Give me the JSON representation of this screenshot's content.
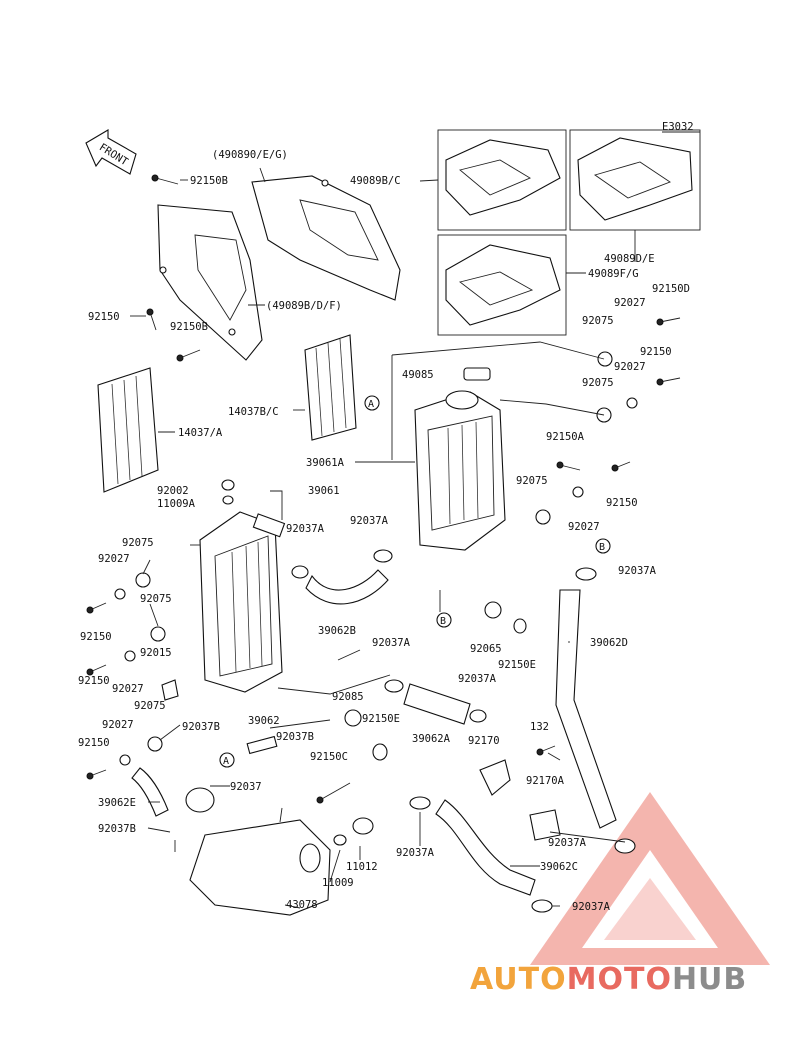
{
  "diagram_code": "E3032",
  "front_label": "FRONT",
  "callouts": [
    "A",
    "B"
  ],
  "parts": {
    "p_92150B_top": "92150B",
    "p_490890EG": "(490890/E/G)",
    "p_49089BC": "49089B/C",
    "p_49089DE": "49089D/E",
    "p_49089FG": "49089F/G",
    "p_49089BDF": "(49089B/D/F)",
    "p_92150_left": "92150",
    "p_92150B_mid": "92150B",
    "p_92150D": "92150D",
    "p_92027_a": "92027",
    "p_92075_a": "92075",
    "p_92150_r1": "92150",
    "p_92027_b": "92027",
    "p_92075_b": "92075",
    "p_49085": "49085",
    "p_14037BC": "14037B/C",
    "p_14037A": "14037/A",
    "p_92150A": "92150A",
    "p_39061A": "39061A",
    "p_92150_r2": "92150",
    "p_92075_c": "92075",
    "p_92027_c": "92027",
    "p_92002": "92002",
    "p_11009A": "11009A",
    "p_39061": "39061",
    "p_92037A_1": "92037A",
    "p_92037A_2": "92037A",
    "p_92075_l1": "92075",
    "p_92027_l1": "92027",
    "p_92037A_3": "92037A",
    "p_92075_l2": "92075",
    "p_39062B": "39062B",
    "p_92150_l2": "92150",
    "p_92065": "92065",
    "p_39062D": "39062D",
    "p_92015": "92015",
    "p_92037A_4": "92037A",
    "p_92150E_a": "92150E",
    "p_92150_l3": "92150",
    "p_92027_l2": "92027",
    "p_92085": "92085",
    "p_92037A_5": "92037A",
    "p_92075_l3": "92075",
    "p_92150E_b": "92150E",
    "p_39062A": "39062A",
    "p_92170": "92170",
    "p_92027_l3": "92027",
    "p_92037B_a": "92037B",
    "p_39062": "39062",
    "p_92037B_b": "92037B",
    "p_132": "132",
    "p_92150_l4": "92150",
    "p_92150C": "92150C",
    "p_92037": "92037",
    "p_92170A": "92170A",
    "p_39062E": "39062E",
    "p_92037B_c": "92037B",
    "p_92037A_6": "92037A",
    "p_92037A_7": "92037A",
    "p_11012": "11012",
    "p_39062C": "39062C",
    "p_11009": "11009",
    "p_43078": "43078",
    "p_92037A_8": "92037A"
  },
  "watermark": {
    "part1": "AUTO",
    "part2": "MOTO",
    "part3": "HUB",
    "colors": {
      "auto": "#f2a43c",
      "moto": "#e86a60",
      "hub": "#8c8c8c",
      "triangle": "#ee8a80"
    }
  }
}
